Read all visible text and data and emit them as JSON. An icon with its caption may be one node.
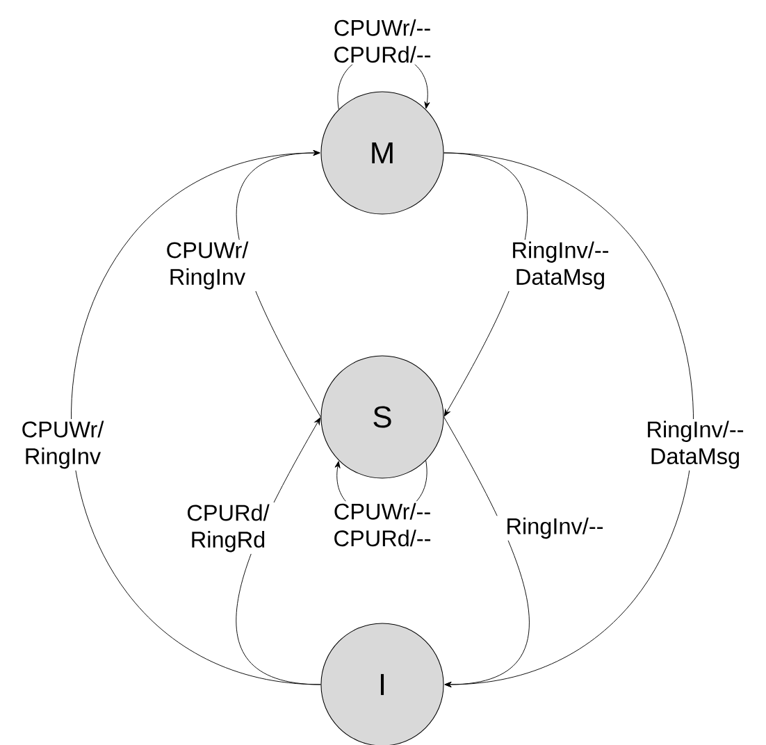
{
  "diagram": {
    "nodes": [
      {
        "text": [
          "M"
        ]
      },
      {
        "text": [
          "S"
        ]
      },
      {
        "text": [
          "I"
        ]
      }
    ],
    "edges": [
      {
        "from": 0,
        "to": 0,
        "arrow": "to",
        "label": "CPUWr/-- CPURd/--"
      },
      {
        "from": 1,
        "to": 0,
        "arrow": "to",
        "label": "CPUWr/ RingInv"
      },
      {
        "from": 0,
        "to": 1,
        "arrow": "to",
        "label": "RingInv/-- DataMsg"
      },
      {
        "from": 1,
        "to": 1,
        "arrow": "to",
        "label": "CPUWr/-- CPURd/--"
      },
      {
        "from": 2,
        "to": 1,
        "arrow": "to",
        "label": "CPURd/ RingRd"
      },
      {
        "from": 1,
        "to": 2,
        "arrow": "to",
        "label": "RingInv/--"
      },
      {
        "from": 2,
        "to": 0,
        "arrow": "to",
        "label": "CPUWr/ RingInv"
      },
      {
        "from": 0,
        "to": 2,
        "arrow": "to",
        "label": "RingInv/-- DataMsg"
      }
    ]
  }
}
